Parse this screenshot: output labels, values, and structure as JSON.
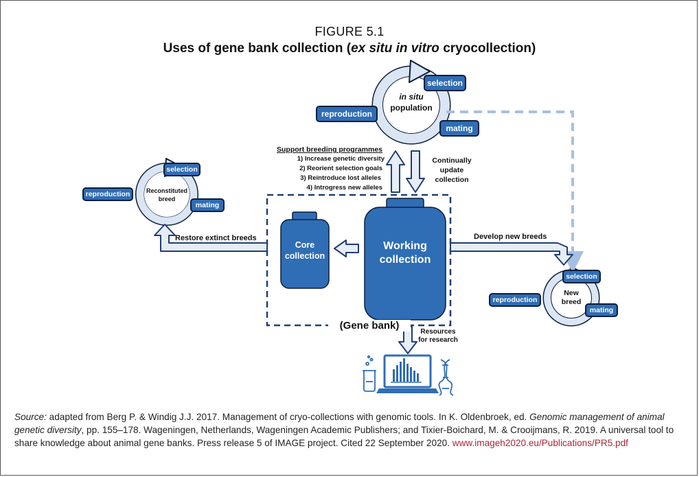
{
  "figure": {
    "label": "FIGURE 5.1",
    "title_pre": "Uses of gene bank collection (",
    "title_italic": "ex situ in vitro",
    "title_post": " cryocollection)"
  },
  "in_situ": {
    "line1": "in situ",
    "line2": "population",
    "selection": "selection",
    "reproduction": "reproduction",
    "mating": "mating"
  },
  "reconstituted": {
    "line1": "Reconstituted",
    "line2": "breed",
    "selection": "selection",
    "reproduction": "reproduction",
    "mating": "mating"
  },
  "new_breed": {
    "line1": "New",
    "line2": "breed",
    "selection": "selection",
    "reproduction": "reproduction",
    "mating": "mating"
  },
  "support": {
    "title": "Support breeding programmes",
    "items": [
      "1) Increase genetic diversity",
      "2) Reorient selection goals",
      "3) Reintroduce lost alleles",
      "4) Introgress new alleles"
    ]
  },
  "update_label": [
    "Continually",
    "update",
    "collection"
  ],
  "core": [
    "Core",
    "collection"
  ],
  "working": [
    "Working",
    "collection"
  ],
  "gene_bank": "(Gene bank)",
  "restore_label": "Restore extinct breeds",
  "develop_label": "Develop new breeds",
  "resources_label": [
    "Resources",
    "for research"
  ],
  "source": {
    "label": "Source:",
    "t1": " adapted from Berg P. & Windig J.J. 2017. Management of cryo-collections with genomic tools. In K. Oldenbroek, ed. ",
    "book": "Genomic management of animal genetic diversity",
    "t2": ", pp. 155–178. Wageningen, Netherlands, Wageningen Academic Publishers; and Tixier-Boichard, M. & Crooijmans, R. 2019. A universal tool to share knowledge about animal gene banks. Press release 5 of IMAGE project. Cited 22 September 2020. ",
    "link": "www.imageh2020.eu/Publications/PR5.pdf"
  },
  "colors": {
    "accent": "#2f6db5",
    "accent_dark": "#0b1e3a",
    "cycle_fill": "#dbe5f3",
    "arrow_fill": "#e6edf7",
    "dashed": "#a7bfe3",
    "link": "#b0233a"
  }
}
